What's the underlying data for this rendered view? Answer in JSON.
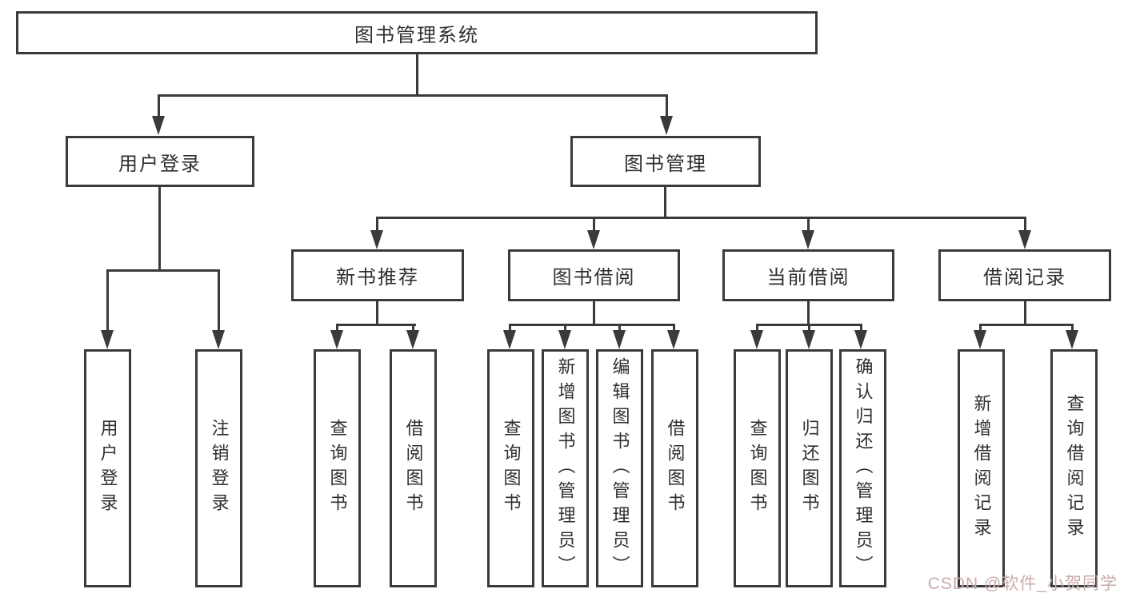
{
  "colors": {
    "line": "#3a3a3a",
    "box_border": "#3a3a3a",
    "text": "#2f2f2f",
    "background": "#ffffff",
    "watermark": "#c9abab"
  },
  "root": {
    "label": "图书管理系统"
  },
  "branches": [
    {
      "label": "用户登录",
      "children": [
        {
          "label": "用户登录"
        },
        {
          "label": "注销登录"
        }
      ]
    },
    {
      "label": "图书管理",
      "children": [
        {
          "label": "新书推荐",
          "children": [
            {
              "label": "查询图书"
            },
            {
              "label": "借阅图书"
            }
          ]
        },
        {
          "label": "图书借阅",
          "children": [
            {
              "label": "查询图书"
            },
            {
              "label": "新增图书（管理员）"
            },
            {
              "label": "编辑图书（管理员）"
            },
            {
              "label": "借阅图书"
            }
          ]
        },
        {
          "label": "当前借阅",
          "children": [
            {
              "label": "查询图书"
            },
            {
              "label": "归还图书"
            },
            {
              "label": "确认归还（管理员）"
            }
          ]
        },
        {
          "label": "借阅记录",
          "children": [
            {
              "label": "新增借阅记录"
            },
            {
              "label": "查询借阅记录"
            }
          ]
        }
      ]
    }
  ],
  "watermark": {
    "text": "CSDN @软件_小贺同学"
  }
}
